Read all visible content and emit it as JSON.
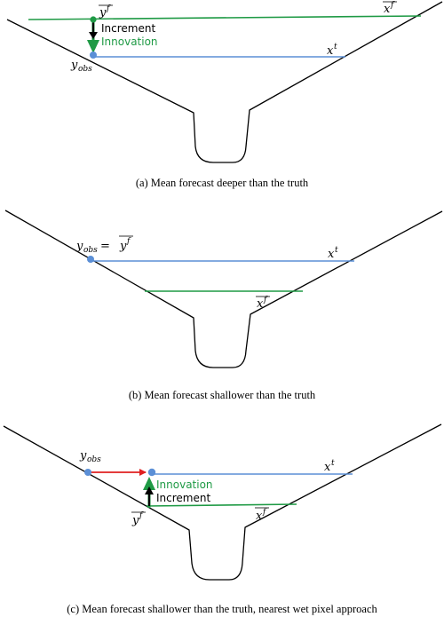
{
  "panels": [
    {
      "caption": "(a) Mean forecast deeper than the truth",
      "labels": {
        "yf_base": "y",
        "yf_sup": "f",
        "xf_base": "x",
        "xf_sup": "f",
        "xt_base": "x",
        "xt_sup": "t",
        "yobs_base": "y",
        "yobs_sub": "obs",
        "increment": "Increment",
        "innovation": "Innovation"
      }
    },
    {
      "caption": "(b) Mean forecast shallower than the truth",
      "labels": {
        "yobs_base": "y",
        "yobs_sub": "obs",
        "equals": "=",
        "yf_base": "y",
        "yf_sup": "f",
        "xt_base": "x",
        "xt_sup": "t",
        "xf_base": "x",
        "xf_sup": "f"
      }
    },
    {
      "caption": "(c) Mean forecast shallower than the truth, nearest wet pixel approach",
      "labels": {
        "yobs_base": "y",
        "yobs_sub": "obs",
        "xt_base": "x",
        "xt_sup": "t",
        "innovation": "Innovation",
        "increment": "Increment",
        "yf_base": "y",
        "yf_sup": "f",
        "xf_base": "x",
        "xf_sup": "f"
      }
    }
  ],
  "colors": {
    "truth_line": "#5b8fd6",
    "forecast_line": "#1f9a45",
    "innovation_arrow": "#1f9a45",
    "increment_arrow": "#000000",
    "nearest_pixel_arrow": "#e02020",
    "point": "#5b8fd6",
    "channel": "#000000"
  }
}
